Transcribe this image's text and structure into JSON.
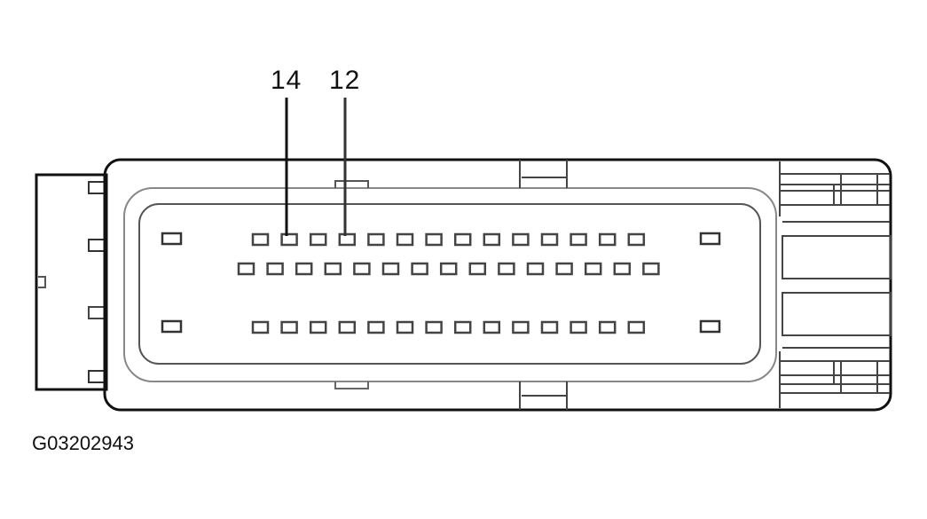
{
  "diagram": {
    "type": "connector-pinout",
    "callouts": [
      {
        "label": "14",
        "pin_row": 1,
        "pin_index": 2
      },
      {
        "label": "12",
        "pin_row": 1,
        "pin_index": 4
      }
    ],
    "rows": [
      {
        "name": "top",
        "pin_count": 14
      },
      {
        "name": "middle",
        "pin_count": 15
      },
      {
        "name": "bottom",
        "pin_count": 14
      }
    ],
    "caption": "G03202943",
    "colors": {
      "line": "#222222",
      "light_line": "#9a9a9a",
      "background": "#ffffff"
    }
  }
}
